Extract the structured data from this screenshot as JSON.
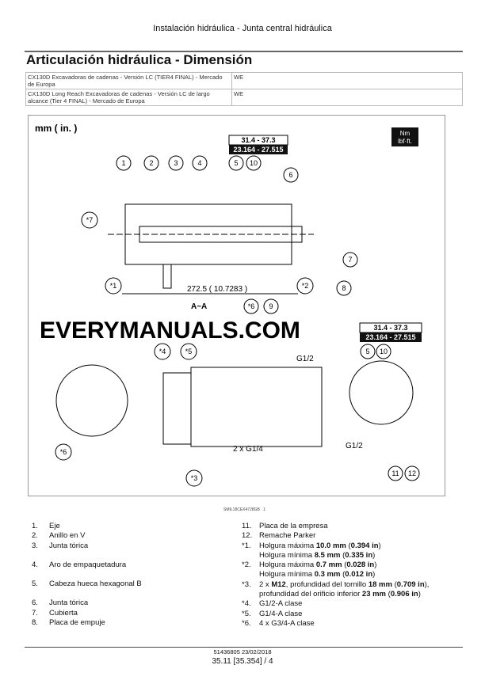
{
  "header": "Instalación hidráulica - Junta central hidráulica",
  "title": "Articulación hidráulica - Dimensión",
  "models": [
    {
      "desc": "CX130D Excavadoras de cadenas - Versión LC (TIER4 FINAL) - Mercado de Europa",
      "region": "WE"
    },
    {
      "desc": "CX130D Long Reach Excavadoras de cadenas - Versión LC de largo alcance (Tier 4 FINAL) - Mercado de Europa",
      "region": "WE"
    }
  ],
  "figure": {
    "units": "mm ( in. )",
    "torque_unit_1": "Nm",
    "torque_unit_2": "lbf·ft.",
    "torque_nm": "31.4 - 37.3",
    "torque_lbf": "23.164 - 27.515",
    "dimension": "272.5 ( 10.7283 )",
    "section": "A~A",
    "port_g12": "G1/2",
    "port_g14": "2 x G1/4",
    "callouts": [
      "1",
      "2",
      "3",
      "4",
      "5",
      "10",
      "6",
      "*7",
      "7",
      "8",
      "*1",
      "*6",
      "9",
      "*2",
      "*4",
      "*5",
      "*6",
      "*3",
      "5",
      "10",
      "11",
      "12"
    ],
    "watermark": "EVERYMANUALS.COM",
    "caption": "SMIL18CEX4728GB",
    "caption_num": "1"
  },
  "legend_left": [
    {
      "n": "1.",
      "t": "Eje"
    },
    {
      "n": "2.",
      "t": "Anillo en V"
    },
    {
      "n": "3.",
      "t": "Junta tórica"
    },
    {
      "n": "4.",
      "t": "Aro de empaquetadura"
    },
    {
      "n": "5.",
      "t": "Cabeza hueca hexagonal B"
    },
    {
      "n": "6.",
      "t": "Junta tórica"
    },
    {
      "n": "7.",
      "t": "Cubierta"
    },
    {
      "n": "8.",
      "t": "Placa de empuje"
    }
  ],
  "legend_right": {
    "i11": {
      "n": "11.",
      "t": "Placa de la empresa"
    },
    "i12": {
      "n": "12.",
      "t": "Remache Parker"
    },
    "s1": {
      "n": "*1.",
      "a": "Holgura máxima ",
      "b": "10.0 mm",
      "c": " (",
      "d": "0.394 in",
      "e": ")",
      "f": "Holgura mínima ",
      "g": "8.5 mm",
      "h": " (",
      "i": "0.335 in",
      "j": ")"
    },
    "s2": {
      "n": "*2.",
      "a": "Holgura máxima ",
      "b": "0.7 mm",
      "c": " (",
      "d": "0.028 in",
      "e": ")",
      "f": "Holgura mínima ",
      "g": "0.3 mm",
      "h": " (",
      "i": "0.012 in",
      "j": ")"
    },
    "s3": {
      "n": "*3.",
      "a": "2 x ",
      "b": "M12",
      "c": ", profundidad del tornillo ",
      "d": "18 mm",
      "e": " (",
      "f": "0.709 in",
      "g": "),",
      "h": "profundidad del orificio inferior ",
      "i": "23 mm",
      "j": " (",
      "k": "0.906 in",
      "l": ")"
    },
    "s4": {
      "n": "*4.",
      "t": "G1/2-A clase"
    },
    "s5": {
      "n": "*5.",
      "t": "G1/4-A clase"
    },
    "s6": {
      "n": "*6.",
      "t": "4 x G3/4-A clase"
    }
  },
  "footer": {
    "doc": "51436805 23/02/2018",
    "page": "35.11 [35.354] / 4"
  }
}
